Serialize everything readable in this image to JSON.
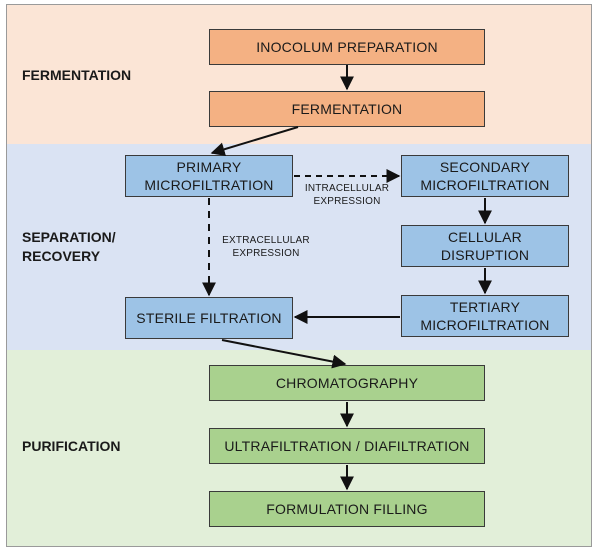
{
  "sections": {
    "fermentation": "FERMENTATION",
    "separation": "SEPARATION/\nRECOVERY",
    "purification": "PURIFICATION"
  },
  "steps": {
    "inoculum": "INOCOLUM PREPARATION",
    "fermentation": "FERMENTATION",
    "primary": "PRIMARY\nMICROFILTRATION",
    "secondary": "SECONDARY\nMICROFILTRATION",
    "disruption": "CELLULAR\nDISRUPTION",
    "tertiary": "TERTIARY\nMICROFILTRATION",
    "sterile": "STERILE FILTRATION",
    "chromatography": "CHROMATOGRAPHY",
    "ultrafiltration": "ULTRAFILTRATION / DIAFILTRATION",
    "formulation": "FORMULATION FILLING"
  },
  "annotations": {
    "intracellular": "INTRACELLULAR\nEXPRESSION",
    "extracellular": "EXTRACELLULAR\nEXPRESSION"
  },
  "colors": {
    "fermentation_band": "#fbe5d6",
    "separation_band": "#dae3f3",
    "purification_band": "#e2efd9",
    "orange_box": "#f4b183",
    "blue_box": "#9dc3e6",
    "green_box": "#a9d18e"
  }
}
